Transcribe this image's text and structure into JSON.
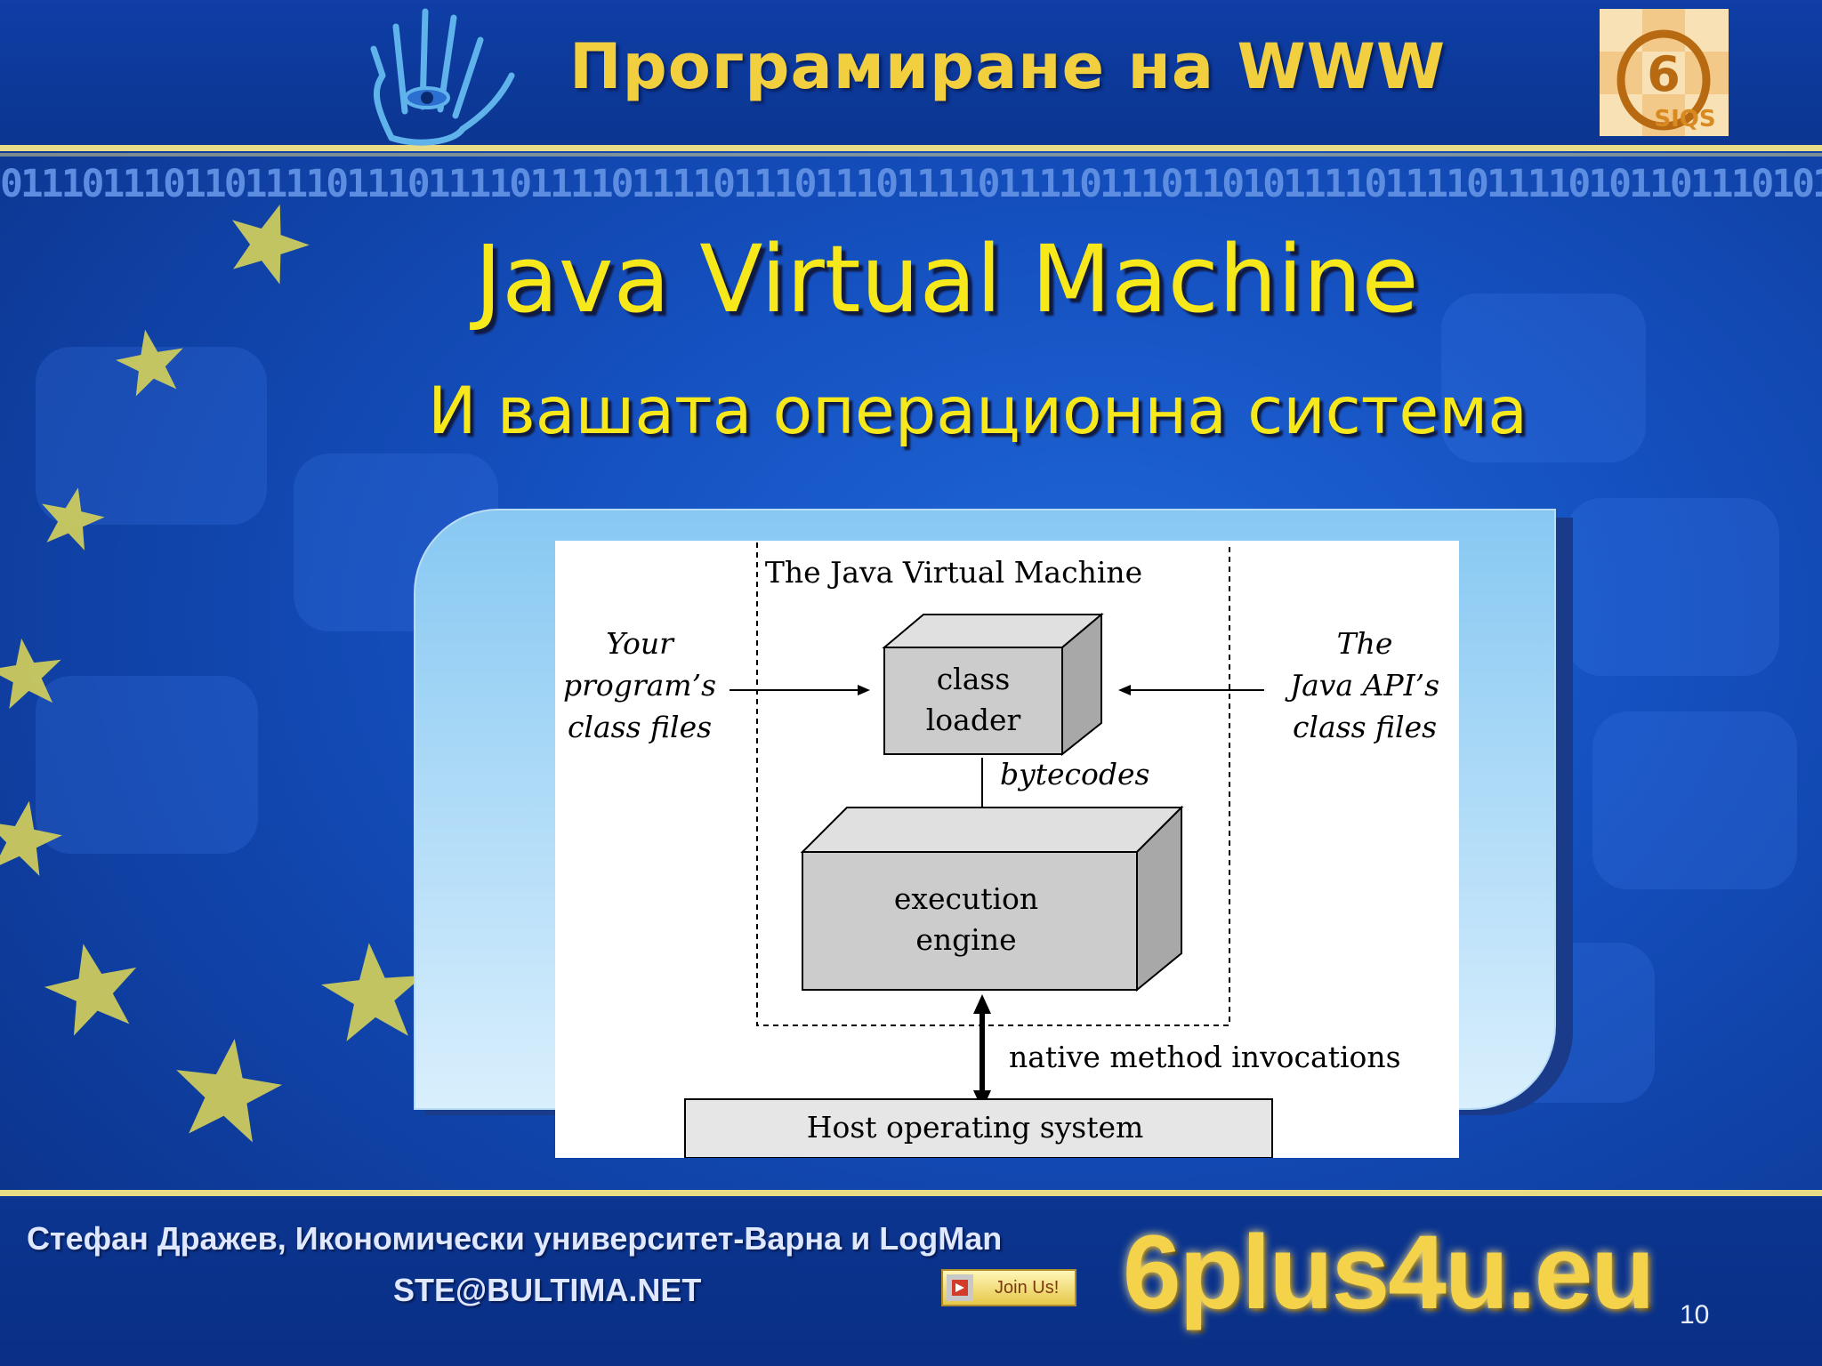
{
  "header": {
    "title": "Програмиране на WWW",
    "binary_strip": "011101110110111101110111101111011110111011101111011110111011010111101111011110101101110101011"
  },
  "slide": {
    "title": "Java Virtual Machine",
    "subtitle": "И вашата операционна система"
  },
  "diagram": {
    "jvm_label": "The Java Virtual Machine",
    "left_input": [
      "Your",
      "program’s",
      "class files"
    ],
    "right_input": [
      "The",
      "Java API’s",
      "class files"
    ],
    "class_loader": [
      "class",
      "loader"
    ],
    "bytecodes_label": "bytecodes",
    "execution_engine": [
      "execution",
      "engine"
    ],
    "native_label": "native method invocations",
    "host_os": "Host operating system"
  },
  "footer": {
    "author": "Стефан  Дражев, Икономически университет-Варна и LogMan",
    "email": "STE@BULTIMA.NET",
    "join_label": "Join Us!",
    "site": "6plus4u.eu",
    "page_number": "10"
  }
}
